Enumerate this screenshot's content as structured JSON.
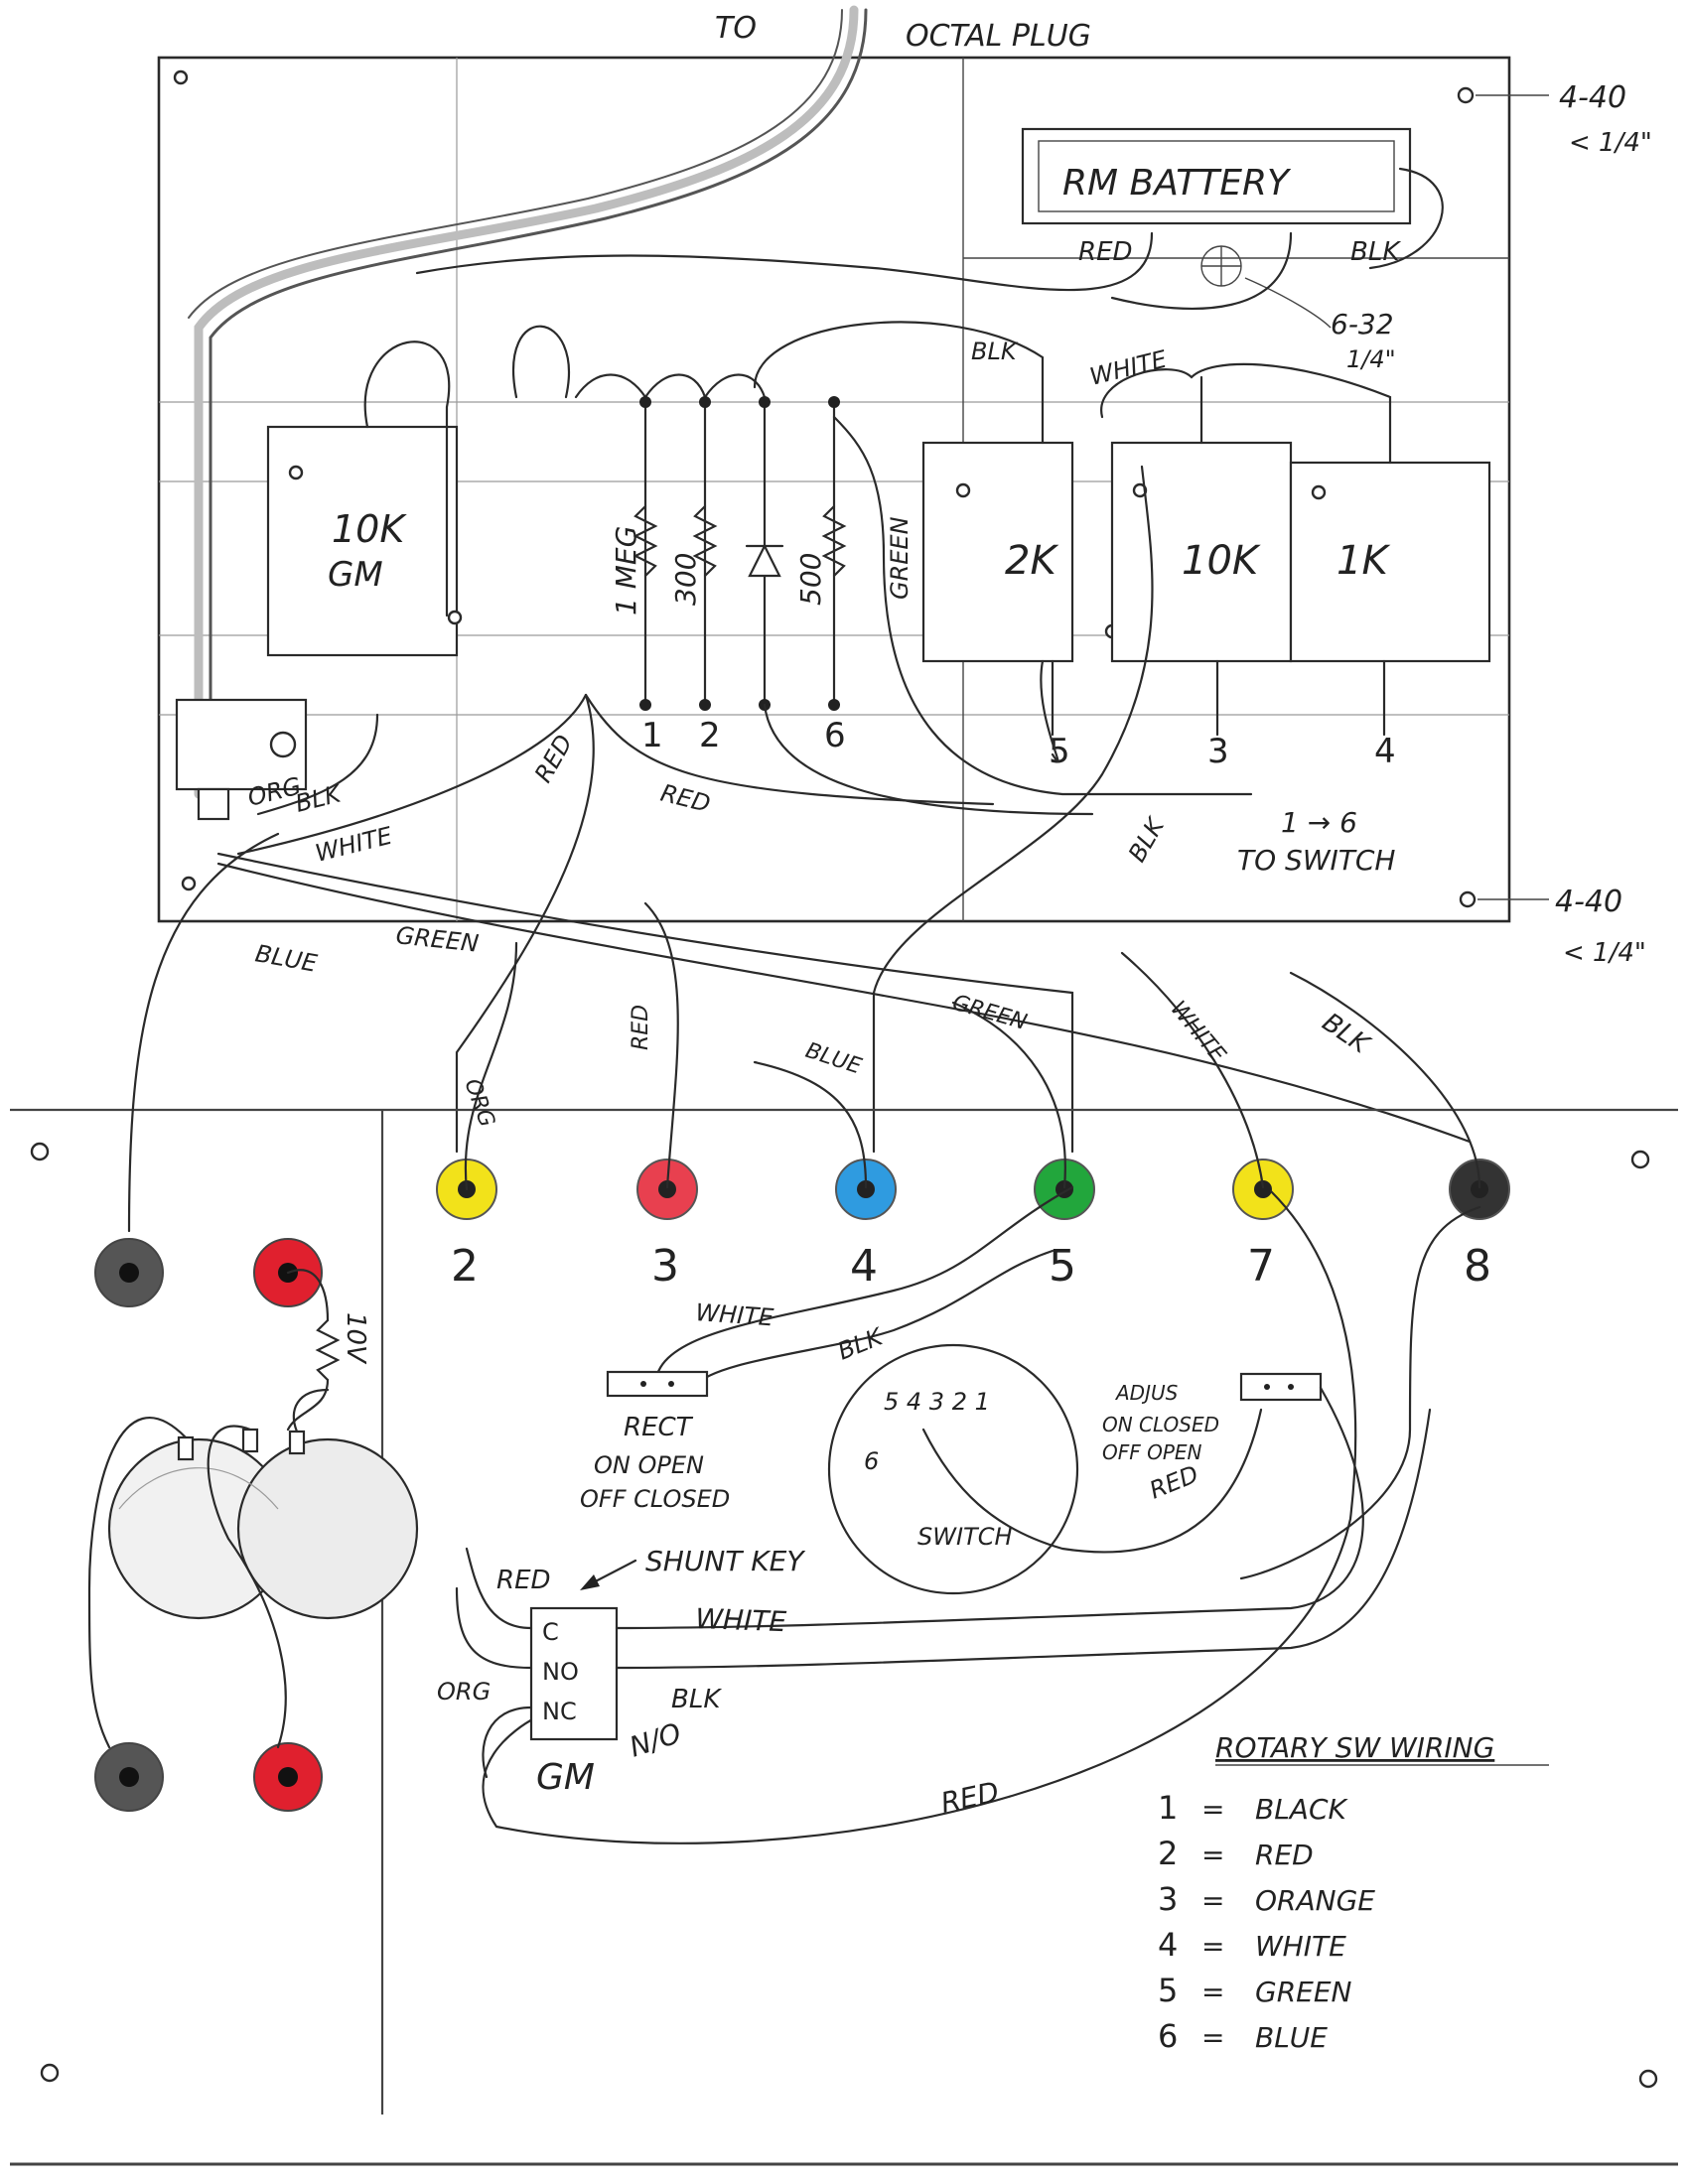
{
  "header": {
    "to_label": "TO",
    "octal_label": "OCTAL PLUG"
  },
  "mounting": {
    "top_right_spec": "4-40",
    "top_right_size": "< 1/4\"",
    "mid_right_spec": "4-40",
    "mid_right_size": "< 1/4\"",
    "battery_screw_spec": "6-32",
    "battery_screw_size": "1/4\""
  },
  "battery": {
    "label": "RM BATTERY",
    "red_lead": "RED",
    "blk_lead": "BLK"
  },
  "pots": [
    {
      "value": "10K",
      "sub": "GM"
    },
    {
      "value": "2K",
      "sub": ""
    },
    {
      "value": "10K",
      "sub": ""
    },
    {
      "value": "1K",
      "sub": ""
    }
  ],
  "components": {
    "r_1meg": "1 MEG",
    "r_300": "300",
    "r_500": "500",
    "green_lead": "GREEN"
  },
  "terminals": [
    "1",
    "2",
    "6",
    "5",
    "3",
    "4"
  ],
  "switch_note": {
    "line1": "1 → 6",
    "line2": "TO SWITCH"
  },
  "wire_labels": {
    "org": "ORG",
    "blk": "BLK",
    "white": "WHITE",
    "red_a": "RED",
    "red_b": "RED",
    "green_top": "GREEN",
    "blue_top": "BLUE",
    "blk_top": "BLK",
    "white_top": "WHITE",
    "blk_right": "BLK",
    "org_jack": "ORG",
    "red_jack": "RED",
    "blue_jack": "BLUE",
    "green_jack": "GREEN",
    "white_jack": "WHITE",
    "blk_jack": "BLK",
    "white_mid": "WHITE",
    "blk_mid": "BLK",
    "red_switch": "RED",
    "red_key": "RED",
    "white_key": "WHITE",
    "org_key": "ORG",
    "blk_key": "BLK",
    "red_bottom": "RED"
  },
  "jacks": [
    {
      "label": "2",
      "color": "#f2e21a"
    },
    {
      "label": "3",
      "color": "#e8404f"
    },
    {
      "label": "4",
      "color": "#2f9be0"
    },
    {
      "label": "5",
      "color": "#22a63c"
    },
    {
      "label": "7",
      "color": "#f2e21a"
    },
    {
      "label": "8",
      "color": "#333333"
    }
  ],
  "side_jacks": [
    {
      "color": "#555555"
    },
    {
      "color": "#e0202e"
    },
    {
      "color": "#555555"
    },
    {
      "color": "#e0202e"
    }
  ],
  "resistor_10v": "10V",
  "rect_switch": {
    "title": "RECT",
    "line1": "ON OPEN",
    "line2": "OFF CLOSED"
  },
  "adj_switch": {
    "title": "ADJUS",
    "line1": "ON CLOSED",
    "line2": "OFF OPEN"
  },
  "rotary": {
    "label": "SWITCH",
    "positions": "5 4 3 2 1",
    "pos6": "6"
  },
  "shunt_key": {
    "label": "SHUNT KEY",
    "c": "C",
    "no": "NO",
    "nc": "NC",
    "model": "GM",
    "note": "N/O"
  },
  "legend": {
    "title": "ROTARY SW WIRING",
    "rows": [
      {
        "num": "1",
        "name": "BLACK"
      },
      {
        "num": "2",
        "name": "RED"
      },
      {
        "num": "3",
        "name": "ORANGE"
      },
      {
        "num": "4",
        "name": "WHITE"
      },
      {
        "num": "5",
        "name": "GREEN"
      },
      {
        "num": "6",
        "name": "BLUE"
      }
    ]
  }
}
